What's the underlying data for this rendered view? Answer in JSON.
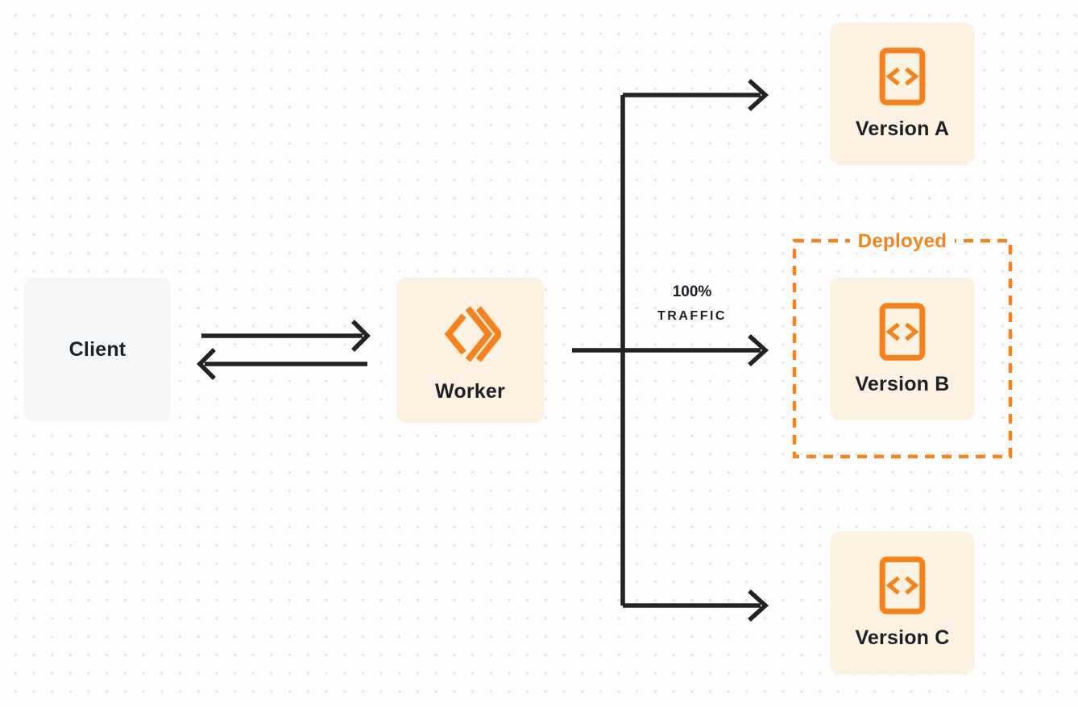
{
  "diagram": {
    "client": {
      "label": "Client"
    },
    "worker": {
      "label": "Worker",
      "icon": "cloudflare-workers-icon"
    },
    "traffic_label": {
      "line1": "100%",
      "line2": "TRAFFIC"
    },
    "deployed_group": {
      "label": "Deployed"
    },
    "versions": [
      {
        "label": "Version A",
        "icon": "code-file-icon"
      },
      {
        "label": "Version B",
        "icon": "code-file-icon"
      },
      {
        "label": "Version C",
        "icon": "code-file-icon"
      }
    ],
    "colors": {
      "accent_orange": "#f6821f",
      "node_fill_cream": "#fdf1e1",
      "client_fill_gray": "#f5f6f7",
      "arrow_black": "#232326",
      "text_dark": "#1d2025",
      "dot_grid": "#e3e3e5",
      "background": "#fdfdfd"
    }
  }
}
